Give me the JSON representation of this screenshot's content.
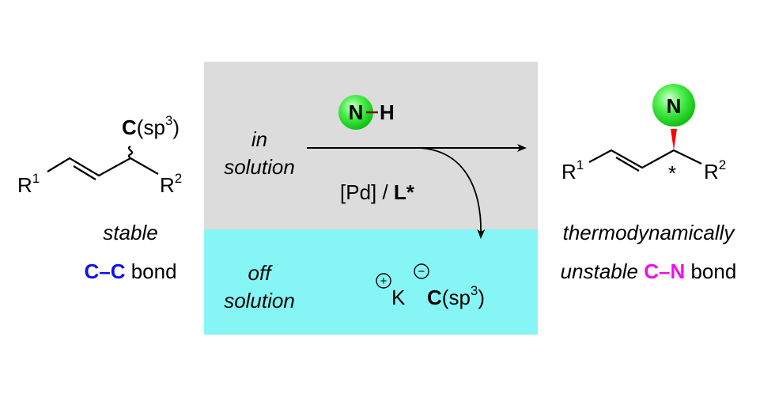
{
  "left": {
    "r1": "R",
    "r1_sup": "1",
    "r2": "R",
    "r2_sup": "2",
    "c_label": "C",
    "sp3_open": "(sp",
    "sp3_sup": "3",
    "sp3_close": ")",
    "caption_1": "stable",
    "bond_cc": "C–C",
    "bond_word": "bond"
  },
  "middle": {
    "in_1": "in",
    "in_2": "solution",
    "off_1": "off",
    "off_2": "solution",
    "nh_n": "N",
    "nh_h": "H",
    "pd": "[Pd] / ",
    "ligand": "L*",
    "plus": "+",
    "k": "K",
    "minus": "−",
    "c": "C",
    "sp_open": "(sp",
    "sp_sup": "3",
    "sp_close": ")"
  },
  "right": {
    "r1": "R",
    "r1_sup": "1",
    "r2": "R",
    "r2_sup": "2",
    "n": "N",
    "star": "*",
    "caption_1": "thermodynamically",
    "caption_2": "unstable",
    "bond_cn": "C–N",
    "bond_word": "bond"
  },
  "colors": {
    "gray": "#dcdcdc",
    "cyan": "#86f5f5",
    "blue": "#1010ee",
    "magenta": "#ee10ee",
    "n_dark": "#7a0000",
    "wedge": "#ff0000"
  }
}
